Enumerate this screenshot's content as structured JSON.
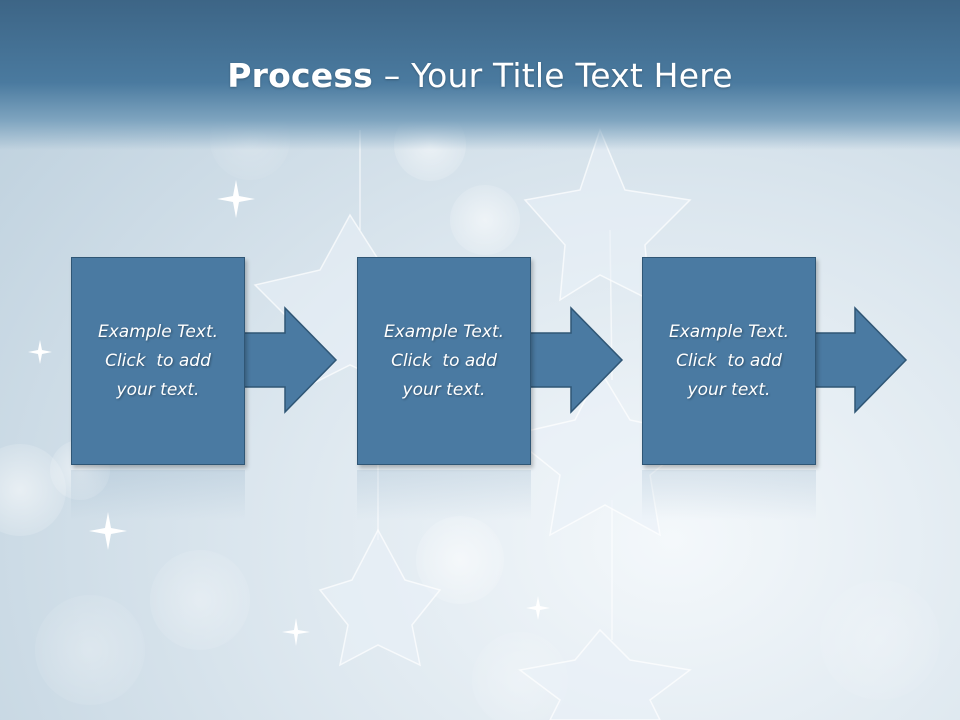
{
  "slide": {
    "title_bold": "Process",
    "title_rest": " – Your Title Text Here",
    "steps": [
      {
        "line1": "Example Text.",
        "line2": "Click  to add",
        "line3": "your text."
      },
      {
        "line1": "Example Text.",
        "line2": "Click  to add",
        "line3": "your text."
      },
      {
        "line1": "Example Text.",
        "line2": "Click  to add",
        "line3": "your text."
      }
    ]
  },
  "colors": {
    "header": "#3d6586",
    "box_fill": "#4a7aa2",
    "box_border": "#2f5675",
    "text": "#ffffff"
  },
  "icons": [
    "right-arrow-icon",
    "star-ornament",
    "bokeh-circle",
    "sparkle"
  ]
}
